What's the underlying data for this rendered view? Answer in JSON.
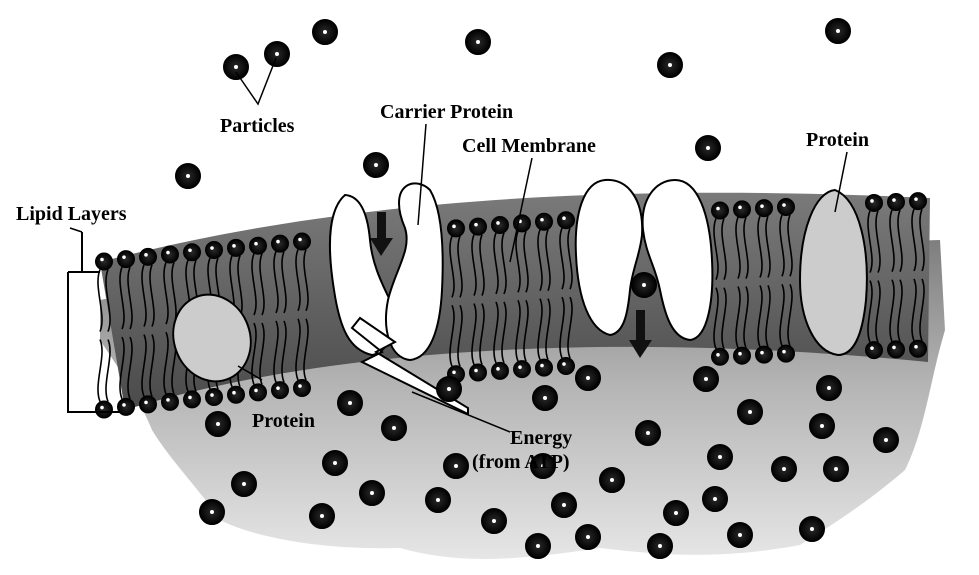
{
  "labels": {
    "particles": "Particles",
    "carrier_protein": "Carrier Protein",
    "cell_membrane": "Cell Membrane",
    "protein_right": "Protein",
    "lipid_layers": "Lipid Layers",
    "protein_left": "Protein",
    "energy_line1": "Energy",
    "energy_line2": "(from ATP)"
  },
  "colors": {
    "background": "#ffffff",
    "particle": "#111111",
    "cytoplasm_top": "#8a8a8a",
    "cytoplasm_bottom": "#e4e4e4",
    "membrane_band": "#5a5a5a",
    "protein_fill": "#cccccc",
    "carrier_fill": "#ffffff"
  },
  "icons": {
    "particle": "particle-dot",
    "transport_arrow": "down-arrow-icon",
    "energy": "lightning-bolt-icon"
  }
}
